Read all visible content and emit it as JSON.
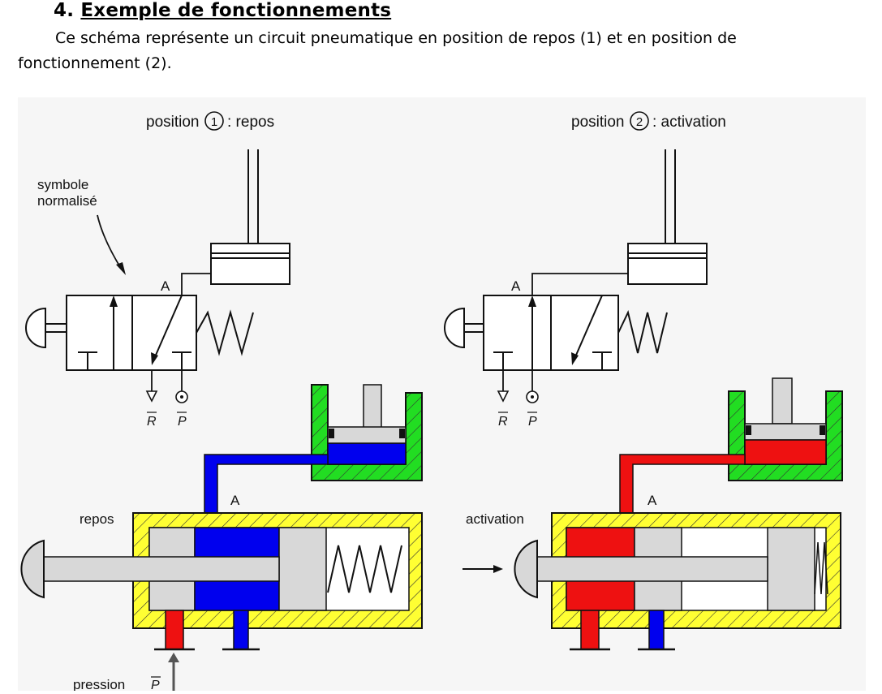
{
  "section": {
    "number": "4.",
    "title": "Exemple de fonctionnements",
    "paragraph": "Ce schéma représente un circuit pneumatique en position de repos (1) et en position de fonctionnement (2)."
  },
  "left_panel": {
    "heading_prefix": "position",
    "heading_number": "1",
    "heading_suffix": ": repos",
    "symbol_label_line1": "symbole",
    "symbol_label_line2": "normalisé",
    "port_a": "A",
    "port_r": "R",
    "port_p": "P",
    "cut_port_a": "A",
    "state_label": "repos",
    "bottom_label": "pression",
    "bottom_port": "P"
  },
  "right_panel": {
    "heading_prefix": "position",
    "heading_number": "2",
    "heading_suffix": ": activation",
    "port_a": "A",
    "port_r": "R",
    "port_p": "P",
    "cut_port_a": "A",
    "state_label": "activation"
  },
  "colors": {
    "housing": "#ffff33",
    "pressure": "#ee1111",
    "exhaust": "#0000ee",
    "cylinder": "#22dd22",
    "metal": "#d8d8d8"
  }
}
